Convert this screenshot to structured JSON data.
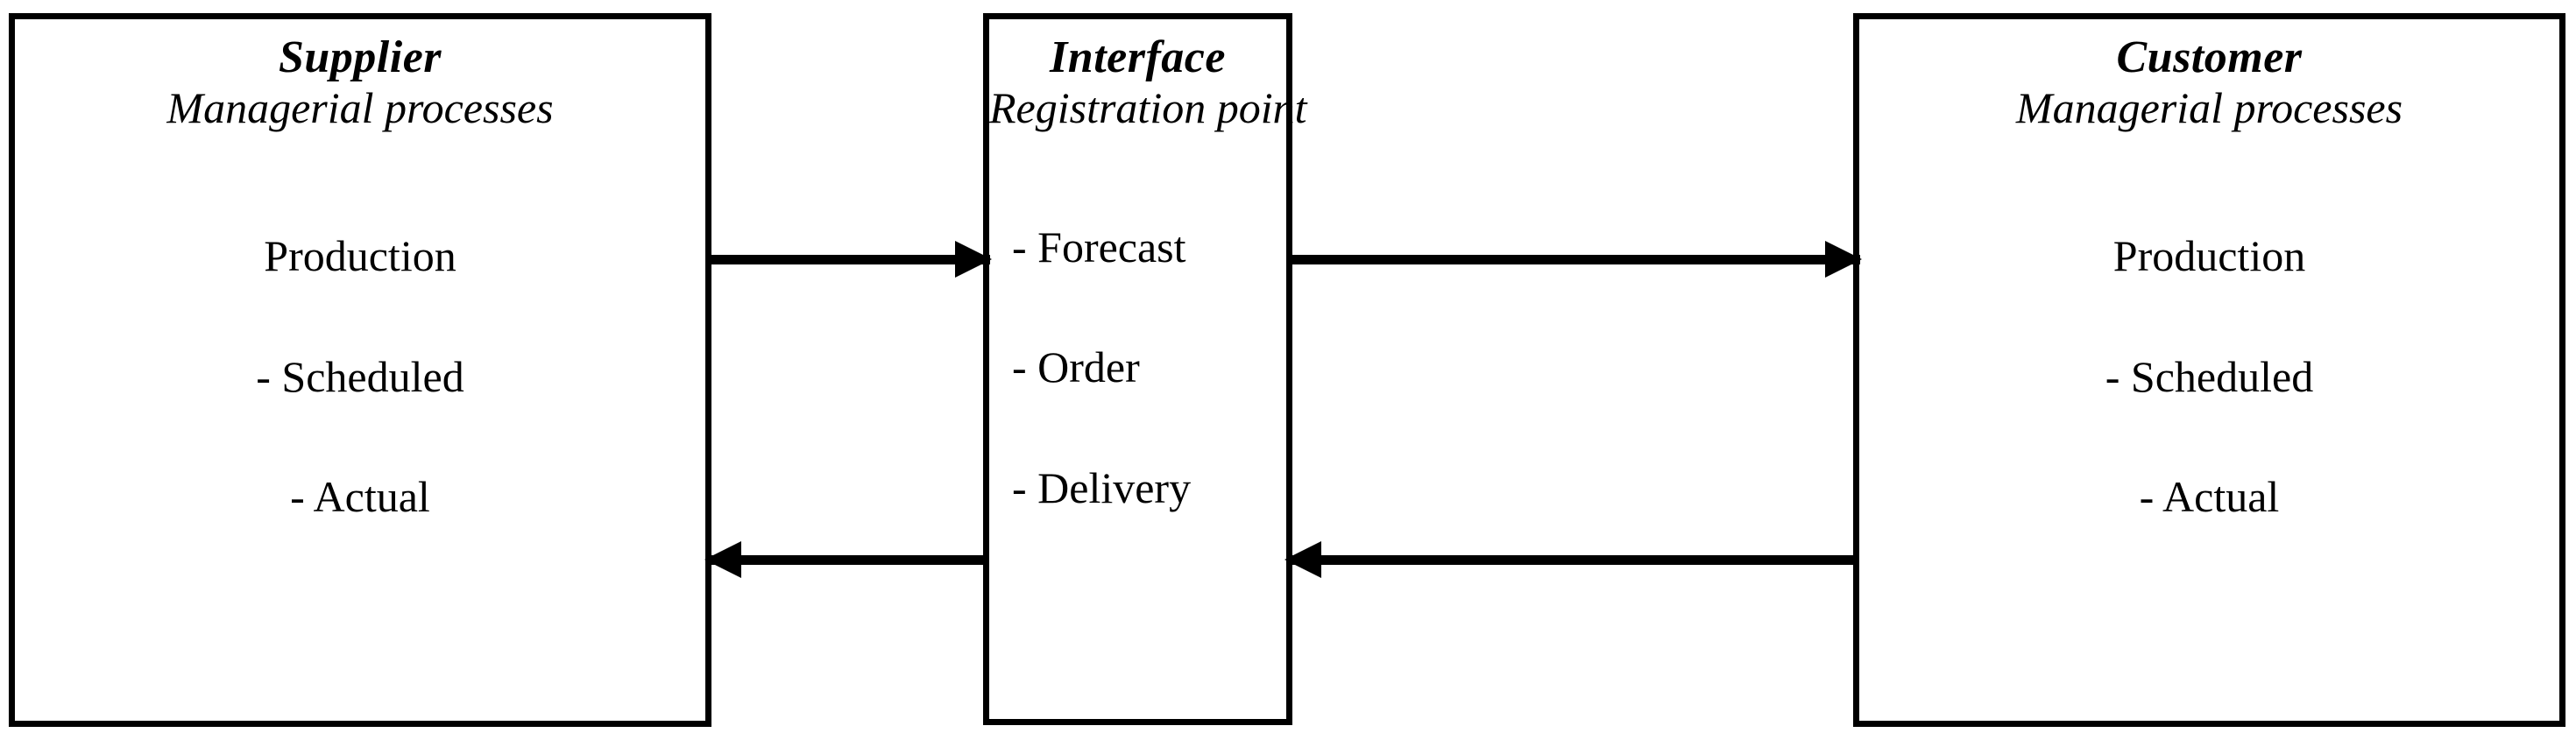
{
  "diagram": {
    "title": "Supplier - Interface - Customer managerial process flow",
    "nodes": [
      {
        "id": "supplier",
        "title": "Supplier",
        "subtitle": "Managerial processes",
        "lines": [
          "Production",
          "- Scheduled",
          "- Actual"
        ]
      },
      {
        "id": "interface",
        "title": "Interface",
        "subtitle": "Registration point",
        "lines": [
          "- Forecast",
          "- Order",
          "- Delivery"
        ]
      },
      {
        "id": "customer",
        "title": "Customer",
        "subtitle": "Managerial processes",
        "lines": [
          "Production",
          "- Scheduled",
          "- Actual"
        ]
      }
    ],
    "arrows": [
      {
        "id": "supplier-to-interface",
        "direction": "right",
        "from": "supplier",
        "to": "interface"
      },
      {
        "id": "interface-to-supplier",
        "direction": "left",
        "from": "interface",
        "to": "supplier"
      },
      {
        "id": "interface-to-customer",
        "direction": "right",
        "from": "interface",
        "to": "customer"
      },
      {
        "id": "customer-to-interface",
        "direction": "left",
        "from": "customer",
        "to": "interface"
      }
    ],
    "colors": {
      "stroke": "#000000",
      "background": "#ffffff",
      "text": "#000000"
    }
  }
}
